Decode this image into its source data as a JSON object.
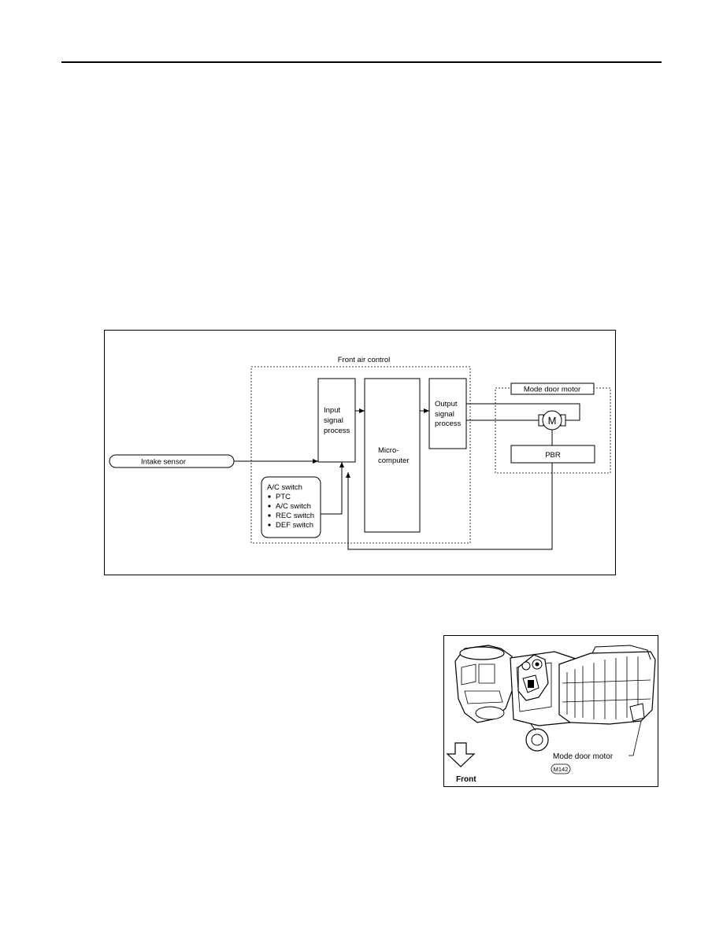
{
  "block_diagram": {
    "group_title": "Front air control",
    "input_block": [
      "Input",
      "signal",
      "process"
    ],
    "micro_block": [
      "Micro-",
      "computer"
    ],
    "output_block": [
      "Output",
      "signal",
      "process"
    ],
    "motor_group_title": "Mode door motor",
    "motor_symbol": "M",
    "pbr_label": "PBR",
    "sensor_label": "Intake sensor",
    "switch_title": "A/C switch",
    "switch_items": [
      "PTC",
      "A/C switch",
      "REC switch",
      "DEF switch"
    ]
  },
  "component_photo": {
    "motor_label": "Mode door motor",
    "connector_code": "M142",
    "direction_label": "Front"
  }
}
